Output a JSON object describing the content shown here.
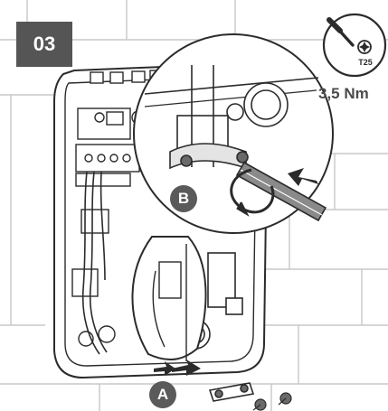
{
  "step": {
    "number": "03"
  },
  "tool": {
    "type": "T25",
    "torque": "3,5 Nm"
  },
  "callouts": {
    "a": "A",
    "b": "B"
  },
  "colors": {
    "badge": "#555555",
    "line": "#2b2b2b",
    "wall": "#c8c8c8",
    "highlight": "#5a5a5a"
  },
  "icons": {
    "screwdriver": "screwdriver-icon",
    "torx": "torx-bit-icon",
    "rotate": "rotate-arrow-icon",
    "push": "push-arrow-icon"
  }
}
